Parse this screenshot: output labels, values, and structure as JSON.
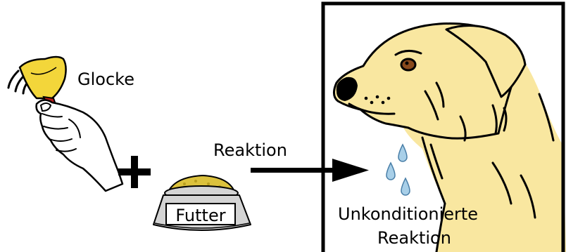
{
  "labels": {
    "bell": "Glocke",
    "food": "Futter",
    "arrow": "Reaktion",
    "response_line1": "Unkonditionierte",
    "response_line2": "Reaktion"
  },
  "colors": {
    "bell_yellow": "#f3d63a",
    "bell_handle_red": "#b81d1d",
    "dog_fur": "#f9e7a0",
    "bowl_gray": "#d4d4d4",
    "food_yellow": "#dcc23d",
    "drop_blue": "#a8cfe8",
    "ink": "#000000"
  },
  "icons": {
    "hand_with_bell": "hand-holding-bell-icon",
    "plus": "plus-icon",
    "bowl": "food-bowl-icon",
    "arrow": "arrow-right-icon",
    "dog": "drooling-dog-icon",
    "drops": "saliva-drop-icon"
  }
}
